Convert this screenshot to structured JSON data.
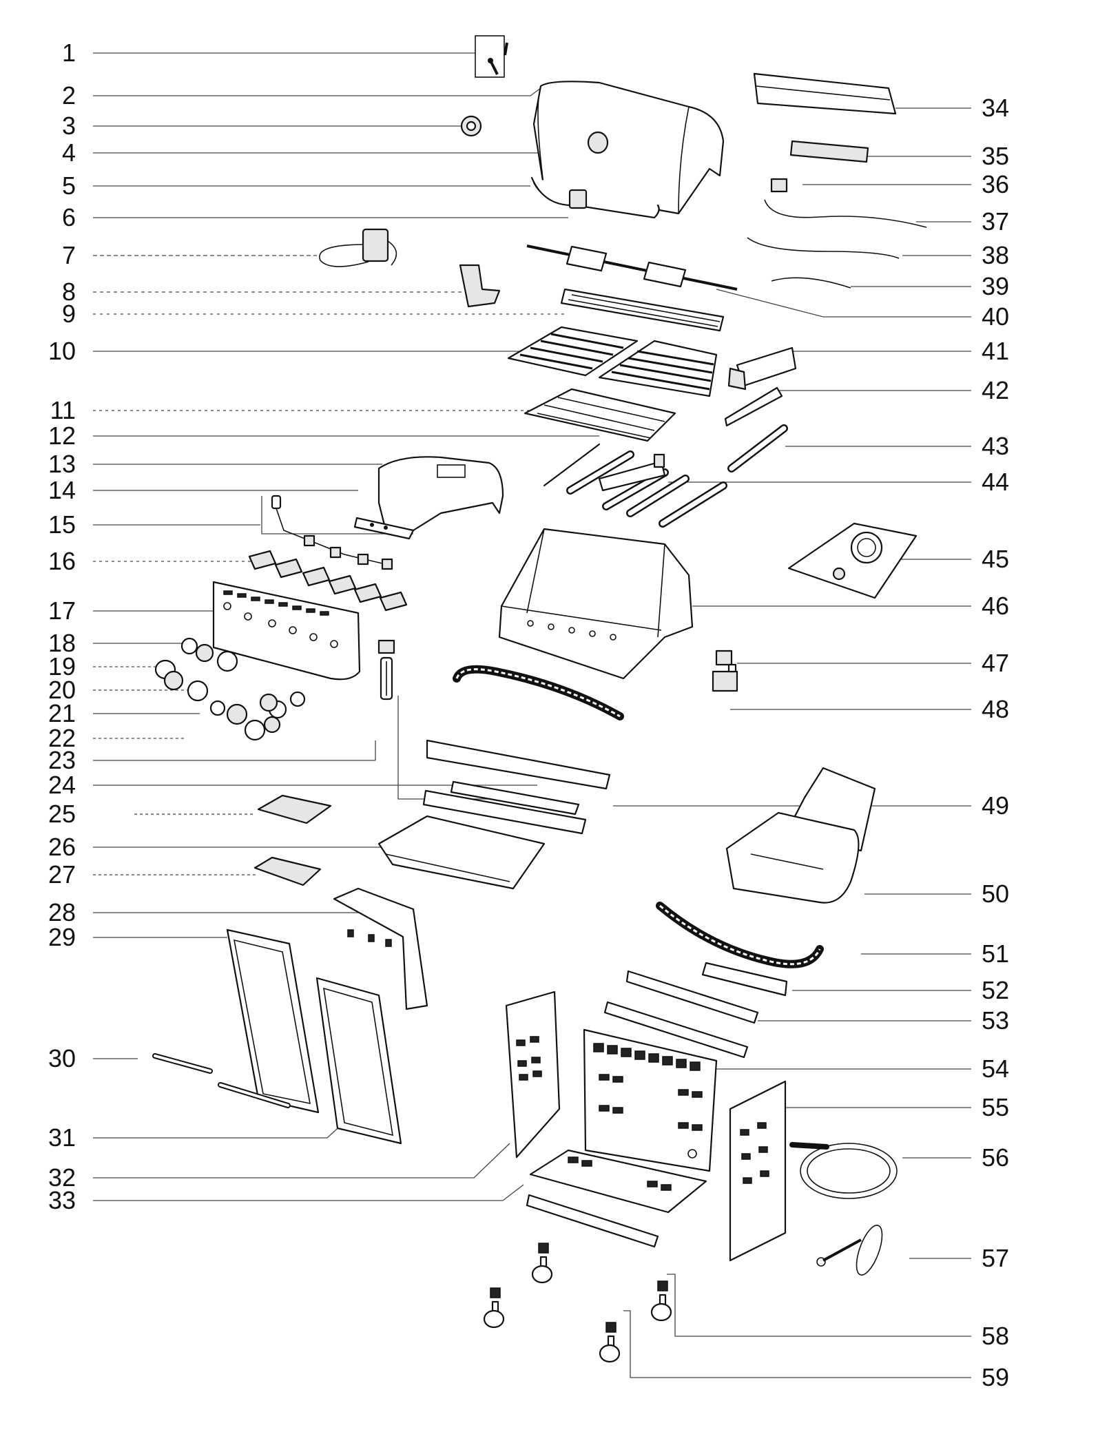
{
  "callouts_left": [
    "1",
    "2",
    "3",
    "4",
    "5",
    "6",
    "7",
    "8",
    "9",
    "10",
    "11",
    "12",
    "13",
    "14",
    "15",
    "16",
    "17",
    "18",
    "19",
    "20",
    "21",
    "22",
    "23",
    "24",
    "25",
    "26",
    "27",
    "28",
    "29",
    "30",
    "31",
    "32",
    "33"
  ],
  "callouts_right": [
    "34",
    "35",
    "36",
    "37",
    "38",
    "39",
    "40",
    "41",
    "42",
    "43",
    "44",
    "45",
    "46",
    "47",
    "48",
    "49",
    "50",
    "51",
    "52",
    "53",
    "54",
    "55",
    "56",
    "57",
    "58",
    "59"
  ]
}
